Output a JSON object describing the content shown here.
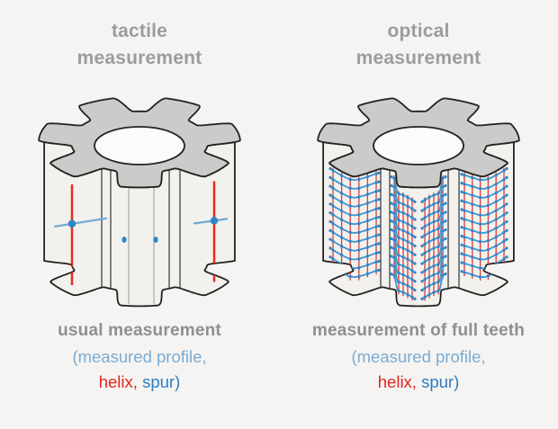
{
  "page": {
    "background": "#f5f4f2"
  },
  "colors": {
    "outline": "#222220",
    "gear_face": "#cbcbc9",
    "gear_body": "#f2f1ee",
    "hole": "#fbfbf9",
    "flank_line_dark": "#3c3c3a",
    "flank_line_light": "#9b9b97",
    "measure_red": "#e82b22",
    "measure_blue": "#2f86c8",
    "measure_blue_light": "#6fa8d8",
    "grid_red": "#e03a2c",
    "grid_blue": "#4292cf",
    "title_gray": "#9c9c9c",
    "heading_gray": "#8f8f8f",
    "caption_lightblue": "#7babd3",
    "caption_red": "#e0251f",
    "caption_blue": "#2e7cc0"
  },
  "panels": [
    {
      "id": "tactile",
      "title_line1": "tactile",
      "title_line2": "measurement",
      "illustration": "gear-with-tactile-probe-traces",
      "caption_heading": "usual measurement",
      "caption_sub_line1": "(measured profile,",
      "caption_sub_red": "helix,",
      "caption_sub_blue": " spur)"
    },
    {
      "id": "optical",
      "title_line1": "optical",
      "title_line2": "measurement",
      "illustration": "gear-with-full-field-measurement-grid",
      "caption_heading": "measurement of full teeth",
      "caption_sub_line1": "(measured profile,",
      "caption_sub_red": "helix,",
      "caption_sub_blue": " spur)"
    }
  ]
}
